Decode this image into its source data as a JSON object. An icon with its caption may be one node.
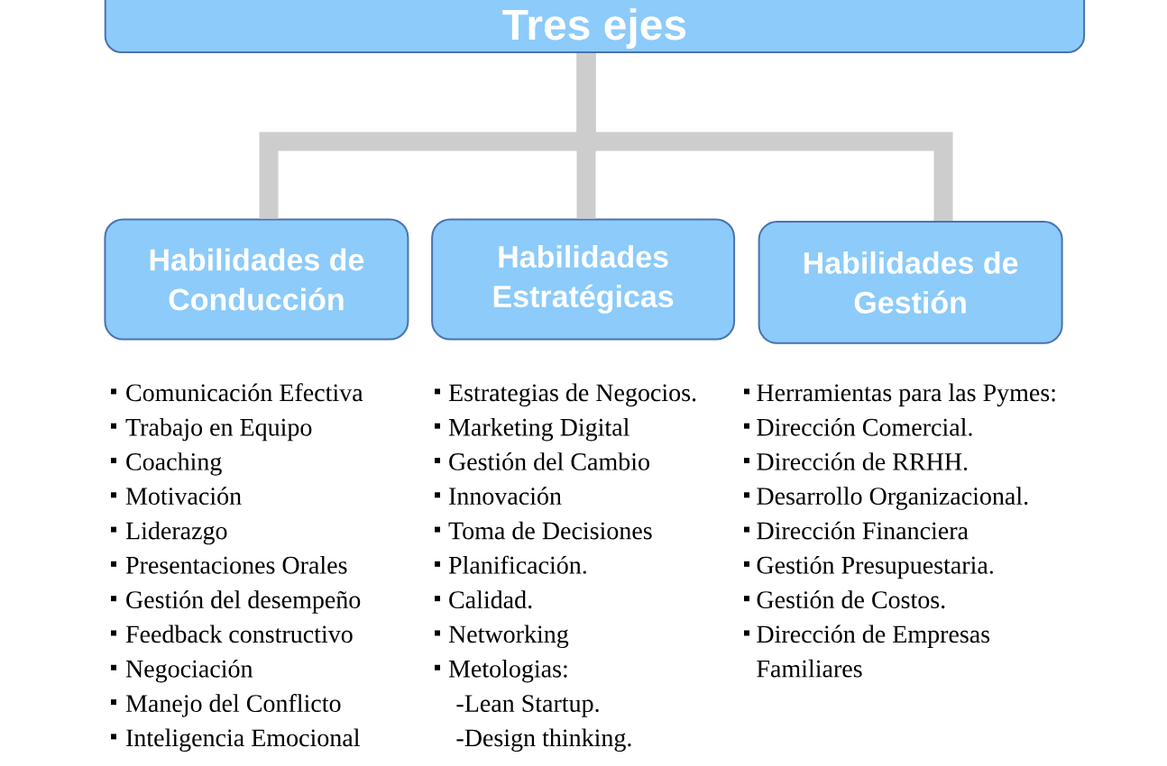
{
  "diagram": {
    "nodes": [
      {
        "text": [
          "Tres ejes"
        ]
      },
      {
        "text": [
          "Habilidades de Conducción"
        ],
        "beside": [
          "Comunicación Efectiva",
          "Trabajo en Equipo",
          "Coaching",
          "Motivación",
          "Liderazgo",
          "Presentaciones Orales",
          "Gestión del desempeño",
          "Feedback constructivo",
          "Negociación",
          "Manejo del Conflicto",
          "Inteligencia Emocional"
        ]
      },
      {
        "text": [
          "Habilidades Estratégicas"
        ],
        "beside": [
          "Estrategias de Negocios.",
          "Marketing Digital",
          "Gestión del Cambio",
          "Innovación",
          "Toma de Decisiones",
          "Planificación.",
          "Calidad.",
          "Networking",
          "Metologias:",
          "-Lean Startup.",
          "-Design thinking."
        ]
      },
      {
        "text": [
          "Habilidades de Gestión"
        ],
        "beside": [
          "Herramientas para las Pymes:",
          "Dirección Comercial.",
          "Dirección de RRHH.",
          "Desarrollo Organizacional.",
          "Dirección Financiera",
          "Gestión Presupuestaria.",
          "Gestión de Costos.",
          "Dirección de Empresas Familiares"
        ]
      }
    ],
    "edges": [
      {
        "from": 0,
        "to": 1,
        "arrow": "none"
      },
      {
        "from": 0,
        "to": 2,
        "arrow": "none"
      },
      {
        "from": 0,
        "to": 3,
        "arrow": "none"
      }
    ]
  }
}
